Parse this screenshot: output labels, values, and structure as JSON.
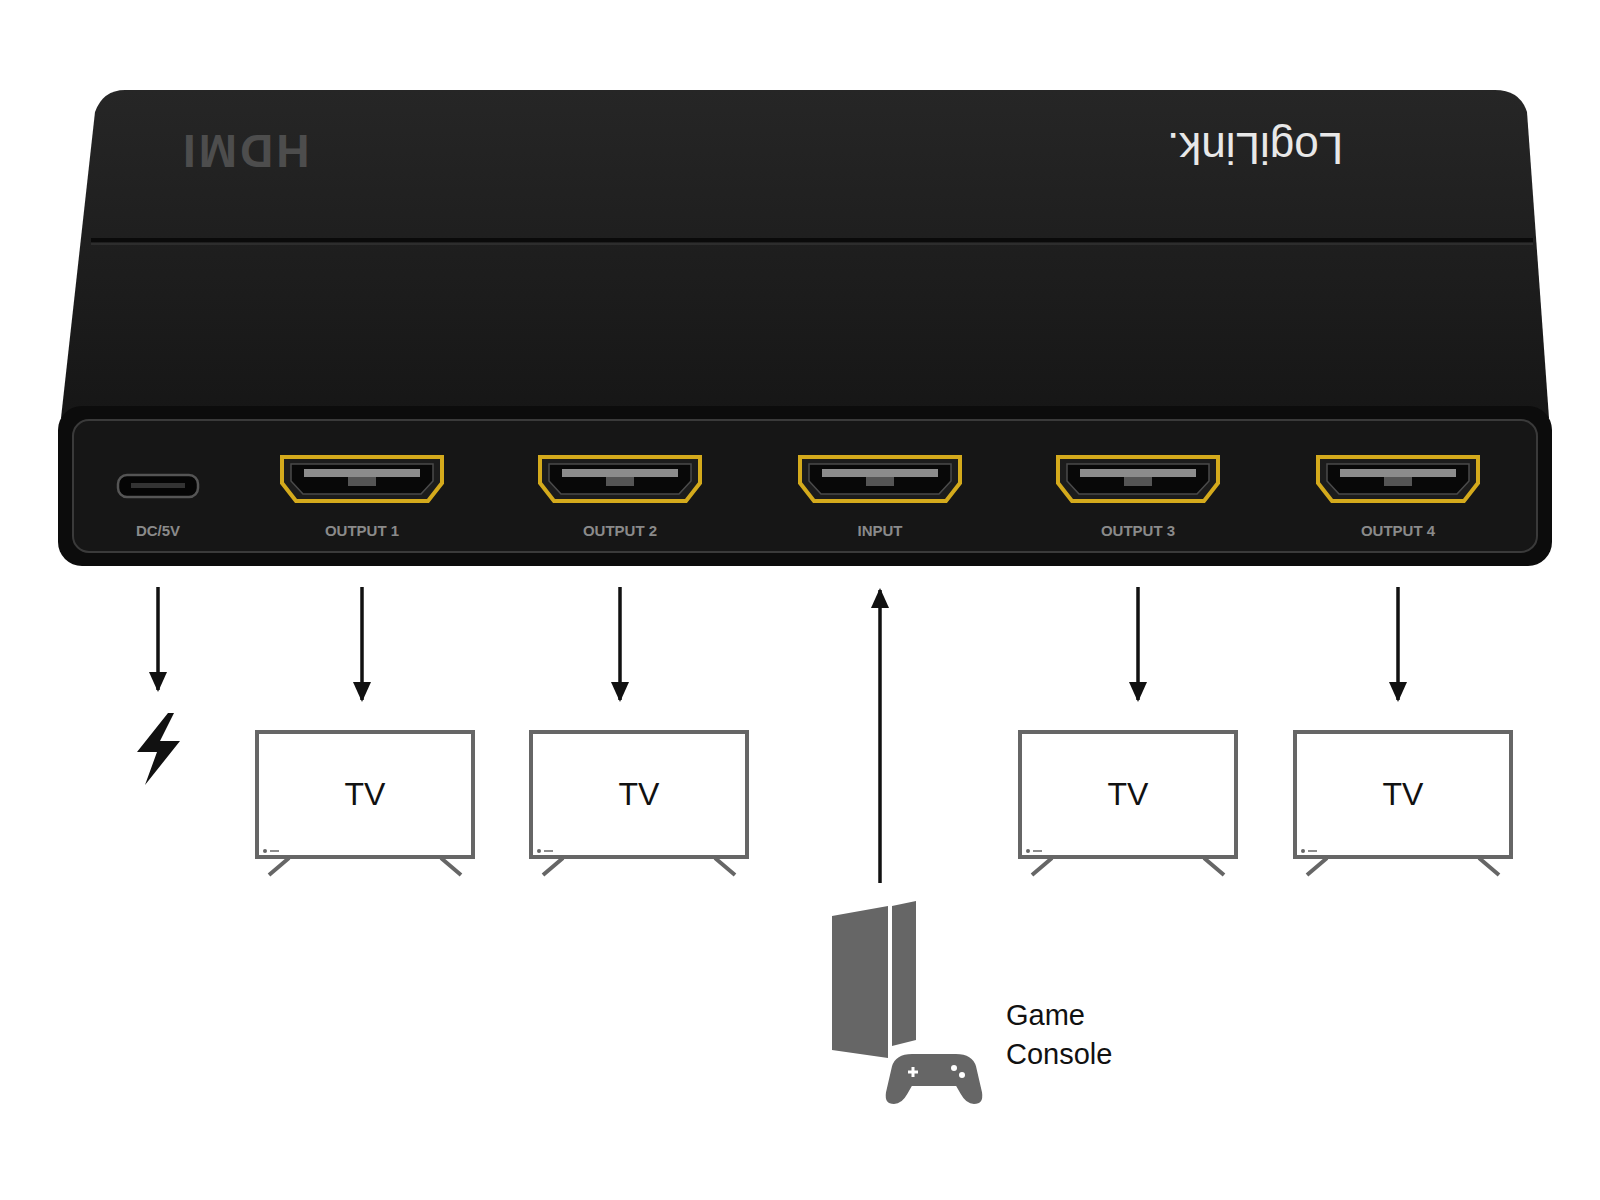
{
  "diagram": {
    "nodes": [
      {
        "text": [
          "HDMI",
          "LogiLink."
        ]
      },
      {
        "text": [
          "DC/5V"
        ],
        "in": 0
      },
      {
        "text": [
          "OUTPUT 1"
        ],
        "in": 0
      },
      {
        "text": [
          "OUTPUT 2"
        ],
        "in": 0
      },
      {
        "text": [
          "INPUT"
        ],
        "in": 0
      },
      {
        "text": [
          "OUTPUT 3"
        ],
        "in": 0
      },
      {
        "text": [
          "OUTPUT 4"
        ],
        "in": 0
      },
      {
        "text": [
          "TV"
        ]
      },
      {
        "text": [
          "TV"
        ]
      },
      {
        "text": [
          "TV"
        ]
      },
      {
        "text": [
          "TV"
        ]
      },
      {
        "text": [
          "Game Console"
        ]
      }
    ],
    "edges": [
      {
        "from": 2,
        "to": 7,
        "arrow": "to"
      },
      {
        "from": 3,
        "to": 8,
        "arrow": "to"
      },
      {
        "from": 5,
        "to": 9,
        "arrow": "to"
      },
      {
        "from": 6,
        "to": 10,
        "arrow": "to"
      },
      {
        "from": 11,
        "to": 4,
        "arrow": "to"
      }
    ]
  }
}
